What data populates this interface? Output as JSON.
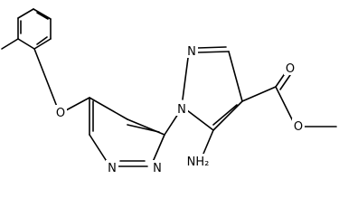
{
  "molecule": {
    "atom_labels": {
      "o_ether": "O",
      "n_pyrimidine_1": "N",
      "n_pyrimidine_3": "N",
      "n_pyrazole_1": "N",
      "n_pyrazole_2": "N",
      "o_carbonyl": "O",
      "o_ester": "O",
      "amine": "NH₂"
    },
    "colors": {
      "bond": "#000000",
      "text": "#000000",
      "background": "#ffffff"
    }
  }
}
